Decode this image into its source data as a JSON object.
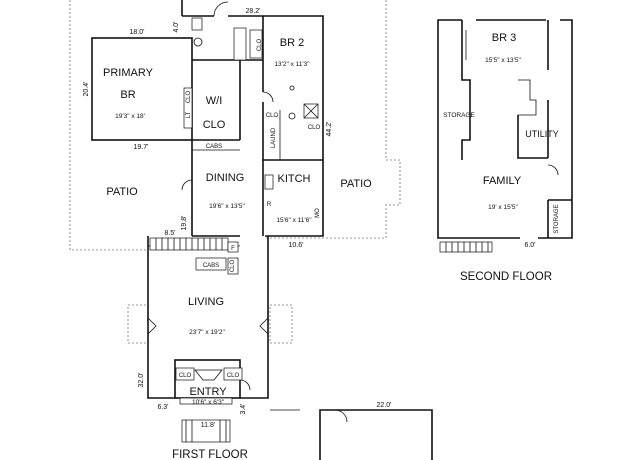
{
  "first_floor": {
    "label": "FIRST FLOOR",
    "rooms": {
      "primary_br": {
        "name_line1": "PRIMARY",
        "name_line2": "BR",
        "dims": "19'3\" x 18'"
      },
      "br2": {
        "name": "BR 2",
        "dims": "13'2\" x 11'3\""
      },
      "wi_clo": {
        "name_line1": "W/I",
        "name_line2": "CLO"
      },
      "dining": {
        "name": "DINING",
        "dims": "19'6\" x 13'5\""
      },
      "kitchen": {
        "name": "KITCH",
        "dims": "15'6\" x 11'6\""
      },
      "living": {
        "name": "LIVING",
        "dims": "23'7\" x 19'2\""
      },
      "entry": {
        "name": "ENTRY",
        "dims": "10'6\" x 6'3\""
      },
      "patio_left": {
        "name": "PATIO"
      },
      "patio_right": {
        "name": "PATIO"
      }
    },
    "fixtures": {
      "clo": "CLO",
      "cabs": "CABS",
      "laund": "LAUND",
      "lt": "LT",
      "r": "R",
      "mo": "MO",
      "f": "F"
    },
    "measurements": {
      "m_28_2": "28.2'",
      "m_18_0": "18.0'",
      "m_4_0": "4.0'",
      "m_20_4": "20.4'",
      "m_19_7": "19.7'",
      "m_44_2": "44.2'",
      "m_19_8": "19.8'",
      "m_8_5": "8.5'",
      "m_10_6": "10.6'",
      "m_32_0": "32.0'",
      "m_6_3": "6.3'",
      "m_3_4": "3.4'",
      "m_11_8": "11.8'",
      "m_22_0": "22.0'"
    }
  },
  "second_floor": {
    "label": "SECOND FLOOR",
    "rooms": {
      "br3": {
        "name": "BR 3",
        "dims": "15'5\" x 13'5\""
      },
      "storage_left": {
        "name": "STORAGE"
      },
      "utility": {
        "name": "UTILITY"
      },
      "family": {
        "name": "FAMILY",
        "dims": "19' x 15'5\""
      },
      "storage_right": {
        "name": "STORAGE"
      }
    },
    "measurements": {
      "m_6_0": "6.0'"
    }
  }
}
